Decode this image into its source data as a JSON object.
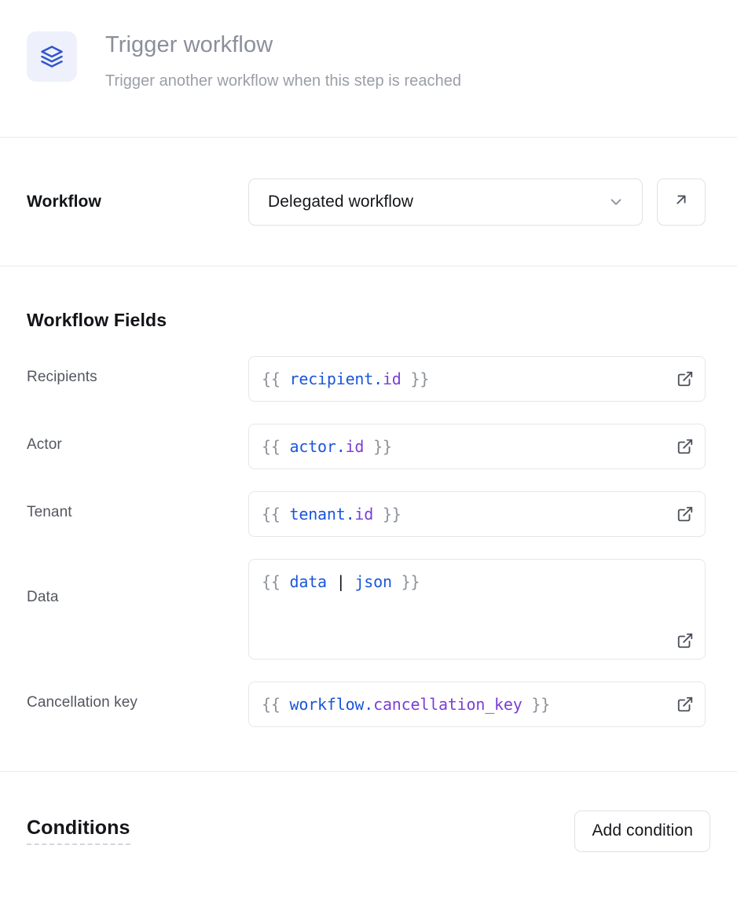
{
  "header": {
    "icon": "layers-icon",
    "title": "Trigger workflow",
    "subtitle": "Trigger another workflow when this step is reached",
    "icon_color": "#3355cc",
    "icon_bg": "#eef1fc"
  },
  "workflow_section": {
    "label": "Workflow",
    "select_value": "Delegated workflow",
    "select_icon": "chevron-down-icon",
    "open_button_icon": "arrow-up-right-icon"
  },
  "fields_section": {
    "heading": "Workflow Fields",
    "row_icon": "external-link-icon",
    "rows": [
      {
        "label": "Recipients",
        "value": "{{ recipient.id }}",
        "multiline": false,
        "tokens": [
          {
            "text": "{{ ",
            "type": "brace"
          },
          {
            "text": "recipient",
            "type": "obj"
          },
          {
            "text": ".",
            "type": "dot"
          },
          {
            "text": "id",
            "type": "prop"
          },
          {
            "text": " }}",
            "type": "brace"
          }
        ]
      },
      {
        "label": "Actor",
        "value": "{{ actor.id }}",
        "multiline": false,
        "tokens": [
          {
            "text": "{{ ",
            "type": "brace"
          },
          {
            "text": "actor",
            "type": "obj"
          },
          {
            "text": ".",
            "type": "dot"
          },
          {
            "text": "id",
            "type": "prop"
          },
          {
            "text": " }}",
            "type": "brace"
          }
        ]
      },
      {
        "label": "Tenant",
        "value": "{{ tenant.id }}",
        "multiline": false,
        "tokens": [
          {
            "text": "{{ ",
            "type": "brace"
          },
          {
            "text": "tenant",
            "type": "obj"
          },
          {
            "text": ".",
            "type": "dot"
          },
          {
            "text": "id",
            "type": "prop"
          },
          {
            "text": " }}",
            "type": "brace"
          }
        ]
      },
      {
        "label": "Data",
        "value": "{{ data | json }}",
        "multiline": true,
        "tokens": [
          {
            "text": "{{ ",
            "type": "brace"
          },
          {
            "text": "data",
            "type": "obj"
          },
          {
            "text": " ",
            "type": "brace"
          },
          {
            "text": "|",
            "type": "pipe"
          },
          {
            "text": " ",
            "type": "brace"
          },
          {
            "text": "json",
            "type": "filter"
          },
          {
            "text": " }}",
            "type": "brace"
          }
        ]
      },
      {
        "label": "Cancellation key",
        "value": "{{ workflow.cancellation_key }}",
        "multiline": false,
        "tokens": [
          {
            "text": "{{ ",
            "type": "brace"
          },
          {
            "text": "workflow",
            "type": "obj"
          },
          {
            "text": ".",
            "type": "dot"
          },
          {
            "text": "cancellation_key",
            "type": "prop"
          },
          {
            "text": " }}",
            "type": "brace"
          }
        ]
      }
    ]
  },
  "conditions_section": {
    "title": "Conditions",
    "add_button_label": "Add condition"
  },
  "colors": {
    "syntax_brace": "#8d919b",
    "syntax_object": "#1a56db",
    "syntax_property": "#7b3fd4",
    "border": "#dfe1e6",
    "divider": "#e9eaee"
  }
}
